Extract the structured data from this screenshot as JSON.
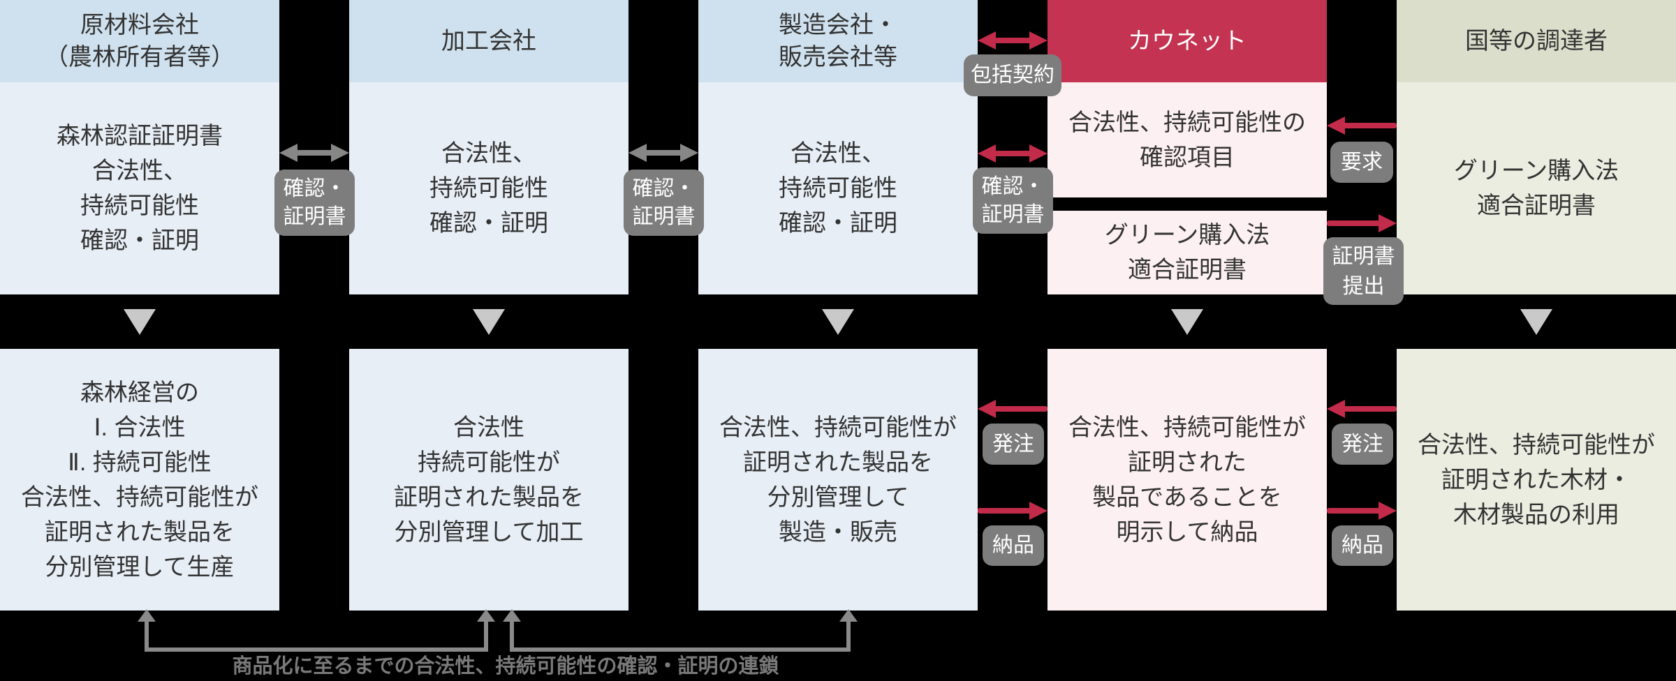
{
  "diagram": {
    "title_caption": "商品化に至るまでの合法性、持続可能性の確認・証明の連鎖",
    "columns": [
      {
        "id": "raw-material-company",
        "header": "原材料会社\n（農林所有者等）",
        "top": "森林認証証明書\n合法性、\n持続可能性\n確認・証明",
        "bottom": "森林経営の\nⅠ. 合法性\nⅡ. 持続可能性\n合法性、持続可能性が\n証明された製品を\n分別管理して生産"
      },
      {
        "id": "processing-company",
        "header": "加工会社",
        "top": "合法性、\n持続可能性\n確認・証明",
        "bottom": "合法性\n持続可能性が\n証明された製品を\n分別管理して加工"
      },
      {
        "id": "manufacturing-sales-company",
        "header": "製造会社・\n販売会社等",
        "top": "合法性、\n持続可能性\n確認・証明",
        "bottom": "合法性、持続可能性が\n証明された製品を\n分別管理して\n製造・販売"
      },
      {
        "id": "kaunet",
        "header": "カウネット",
        "top": "合法性、持続可能性の\n確認項目",
        "top2": "グリーン購入法\n適合証明書",
        "bottom": "合法性、持続可能性が\n証明された\n製品であることを\n明示して納品"
      },
      {
        "id": "government-procurer",
        "header": "国等の調達者",
        "top": "グリーン購入法\n適合証明書",
        "bottom": "合法性、持続可能性が\n証明された木材・\n木材製品の利用"
      }
    ],
    "badges": {
      "kakunin_shomeisho_1": "確認・\n証明書",
      "kakunin_shomeisho_2": "確認・\n証明書",
      "hokatsu_keiyaku": "包括契約",
      "kakunin_shomeisho_3": "確認・\n証明書",
      "yokyu": "要求",
      "shomeisho_teishutsu": "証明書\n提出",
      "hacchu_1": "発注",
      "nohin_1": "納品",
      "hacchu_2": "発注",
      "nohin_2": "納品"
    },
    "colors": {
      "background": "#000000",
      "blue_header": "#cfe1ee",
      "blue_body": "#e7eef6",
      "accent_red_header": "#c43351",
      "pink_body": "#fdf0f2",
      "green_header": "#dbdecb",
      "green_body": "#ecede1",
      "badge_gray": "#7d7d7d",
      "arrow_gray": "#878787",
      "arrow_red": "#c22b4a",
      "down_triangle_gray": "#c9c9c9",
      "caption_gray": "#7a7a7a",
      "text_dark": "#333333"
    }
  }
}
